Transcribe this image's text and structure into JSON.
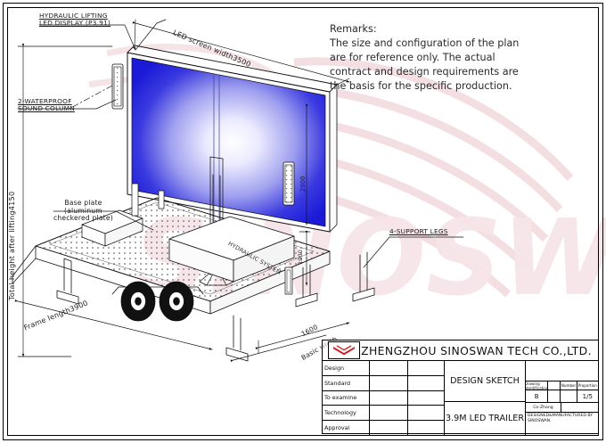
{
  "sheet": {
    "bg_color": "#ffffff",
    "line_color": "#000000",
    "screen_color_edge": "#1a1ae6",
    "screen_color_center": "#f2f2ff",
    "watermark_color": "#f6e3e6"
  },
  "callouts": {
    "hydraulic_display_line1": "HYDRAULIC LIFTING",
    "hydraulic_display_line2": "LED DISPLAY (P3.91)",
    "sound_column_line1": "2-WATERPROOF",
    "sound_column_line2": "SOUND COLUMN",
    "base_plate_line1": "Base plate",
    "base_plate_line2": "(aluminum",
    "base_plate_line3": "checkered plate)",
    "support_legs": "4-SUPPORT LEGS",
    "hydraulic_system": "HYDRAULIC SYSTEM"
  },
  "dimensions": {
    "led_screen_width": "LED screen width3500",
    "frame_length": "Frame length3900",
    "basic_width": "Basic width",
    "total_height": "Total height after lifting4150",
    "screen_height": "2000",
    "deck_height": "1000",
    "track_width": "1600"
  },
  "remarks": {
    "title": "Remarks:",
    "line1": "The size and configuration of the plan",
    "line2": "are for reference only. The actual",
    "line3": "contract and design requirements are",
    "line4": "the basis for the specific production."
  },
  "title_block": {
    "company": "ZHENGZHOU SINOSWAN TECH CO.,LTD.",
    "drawing_title": "DESIGN SKETCH",
    "product": "3.9M LED TRAILER",
    "rows": [
      {
        "label": "Design",
        "value": "",
        "value2": ""
      },
      {
        "label": "Standard",
        "value": "",
        "value2": ""
      },
      {
        "label": "To examine",
        "value": "",
        "value2": ""
      },
      {
        "label": "Technology",
        "value": "",
        "value2": ""
      },
      {
        "label": "Approval",
        "value": "",
        "value2": ""
      }
    ],
    "meta_headers": {
      "drawing_identification": "Drawing identification",
      "blank": "",
      "number": "Number",
      "proportion": "Proportion"
    },
    "meta_values": {
      "identification": "B",
      "number": "",
      "proportion": "1/5"
    },
    "co_label": "Co-Zhang",
    "footer_line1": "DESIGNED&MANUFACTURED BY",
    "footer_line2": "SINOSWAN."
  }
}
